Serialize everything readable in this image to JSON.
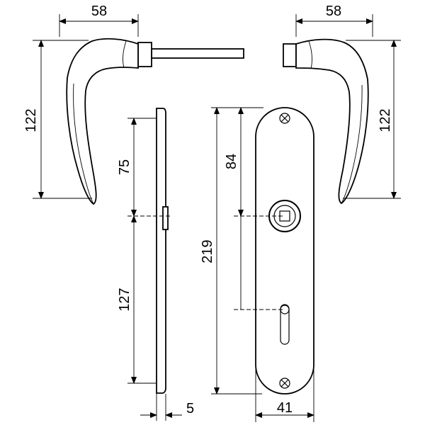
{
  "dimensions": {
    "left_handle_width": "58",
    "right_handle_width": "58",
    "left_handle_height": "122",
    "right_handle_height": "122",
    "upper_hole_distance": "75",
    "lower_hole_distance": "127",
    "plate_thickness": "5",
    "spindle_to_keyhole": "84",
    "plate_height": "219",
    "plate_width": "41"
  }
}
